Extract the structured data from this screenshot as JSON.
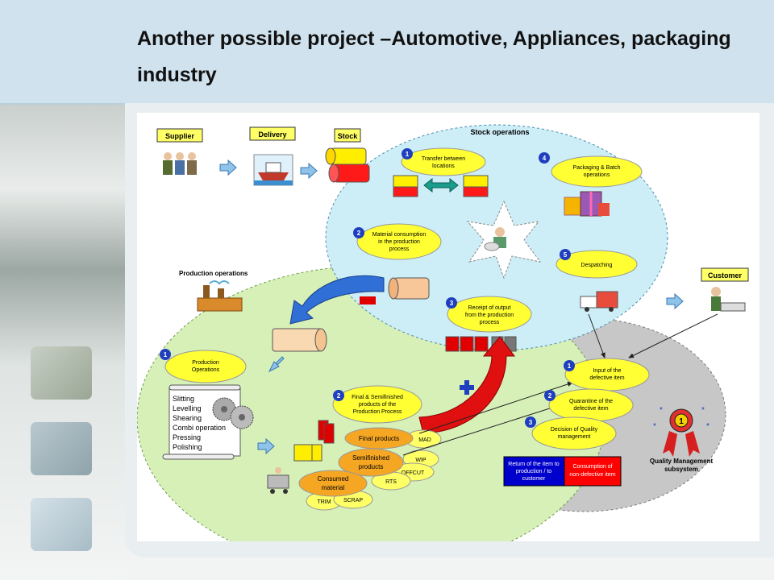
{
  "title": "Another possible project –Automotive, Appliances, packaging industry",
  "diagram": {
    "labels": {
      "supplier": "Supplier",
      "delivery": "Delivery",
      "stock": "Stock",
      "stock_operations": "Stock operations",
      "production_operations": "Production operations",
      "customer": "Customer",
      "qms_line1": "Quality Management",
      "qms_line2": "subsystem"
    },
    "stock_ops": [
      {
        "num": "1",
        "line1": "Transfer between",
        "line2": "locations",
        "line3": ""
      },
      {
        "num": "2",
        "line1": "Material consumption",
        "line2": "in the production",
        "line3": "process"
      },
      {
        "num": "3",
        "line1": "Receipt of output",
        "line2": "from the production",
        "line3": "process"
      },
      {
        "num": "4",
        "line1": "Packaging & Batch",
        "line2": "operations",
        "line3": ""
      },
      {
        "num": "5",
        "line1": "Despatching",
        "line2": "",
        "line3": ""
      }
    ],
    "prod_ops": [
      {
        "num": "1",
        "line1": "Production",
        "line2": "Operations",
        "line3": ""
      },
      {
        "num": "2",
        "line1": "Final & Semifinished",
        "line2": "products of the",
        "line3": "Production Process"
      }
    ],
    "process_list": [
      "Slitting",
      "Levelling",
      "Shearing",
      "Combi operation",
      "Pressing",
      "Polishing"
    ],
    "outputs": {
      "final_products": "Final products",
      "semi_line1": "Semifinished",
      "semi_line2": "products",
      "consumed_line1": "Consumed",
      "consumed_line2": "material",
      "mad": "MAD",
      "wip": "WIP",
      "offcut": "OFFCUT",
      "rts": "RTS",
      "trim": "TRIM",
      "scrap": "SCRAP"
    },
    "quality_ops": [
      {
        "num": "1",
        "line1": "Input of the",
        "line2": "defective item"
      },
      {
        "num": "2",
        "line1": "Quarantine of the",
        "line2": "defective item"
      },
      {
        "num": "3",
        "line1": "Decision of Quality",
        "line2": "management"
      }
    ],
    "decisions": {
      "return_line1": "Return of the item to",
      "return_line2": "production / to",
      "return_line3": "customer",
      "consume_line1": "Consumption of",
      "consume_line2": "non-defective item"
    },
    "colors": {
      "stock_circle": "#cdeef7",
      "production_circle": "#d7f0b8",
      "quality_circle": "#c7c7c7",
      "label_box": "#ffff66",
      "step_badge": "#1f3fbf",
      "oval": "#ffff33",
      "orange_oval": "#f5a623",
      "return_box": "#0000cc",
      "consume_box": "#ff0000",
      "header": "#cfe2ee"
    }
  }
}
